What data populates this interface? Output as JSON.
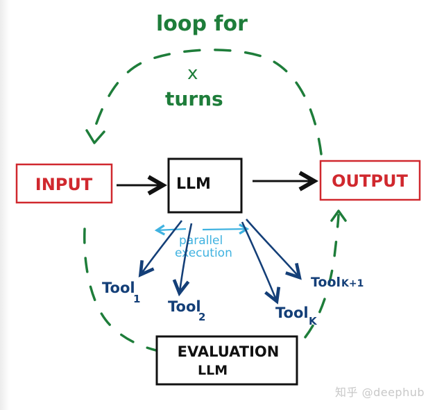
{
  "diagram": {
    "loop_label_line1": "loop for",
    "loop_label_line2": "x",
    "loop_label_line3": "turns",
    "nodes": {
      "input": "INPUT",
      "llm": "LLM",
      "output": "OUTPUT",
      "evaluation_line1": "EVALUATION",
      "evaluation_line2": "LLM"
    },
    "parallel_label_line1": "parallel",
    "parallel_label_line2": "execution",
    "tools": [
      {
        "name": "Tool",
        "sub": "1"
      },
      {
        "name": "Tool",
        "sub": "2"
      },
      {
        "name": "Tool",
        "sub": "K"
      },
      {
        "name": "Tool",
        "sub": "K+1"
      }
    ],
    "colors": {
      "loop_green": "#1e7d3a",
      "io_red": "#d0282e",
      "box_black": "#111111",
      "tool_blue": "#143f78",
      "parallel_cyan": "#3fb2e0"
    }
  },
  "watermark": "知乎 @deephub"
}
